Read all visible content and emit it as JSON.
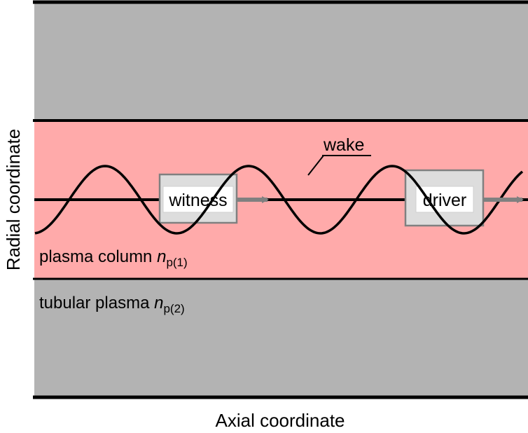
{
  "axes": {
    "x_label": "Axial coordinate",
    "y_label": "Radial coordinate"
  },
  "regions": {
    "column_text": "plasma column ",
    "column_symbol": "n",
    "column_subscript": "p(1)",
    "tubular_text": "tubular plasma ",
    "tubular_symbol": "n",
    "tubular_subscript": "p(2)"
  },
  "wake": {
    "label": "wake"
  },
  "bunches": {
    "witness_label": "witness",
    "driver_label": "driver"
  },
  "colors": {
    "tubular_plasma": "#b3b3b3",
    "plasma_column": "#ffaaaa",
    "bunch_box": "#dddddd",
    "arrow": "#808080",
    "line": "#000000"
  }
}
